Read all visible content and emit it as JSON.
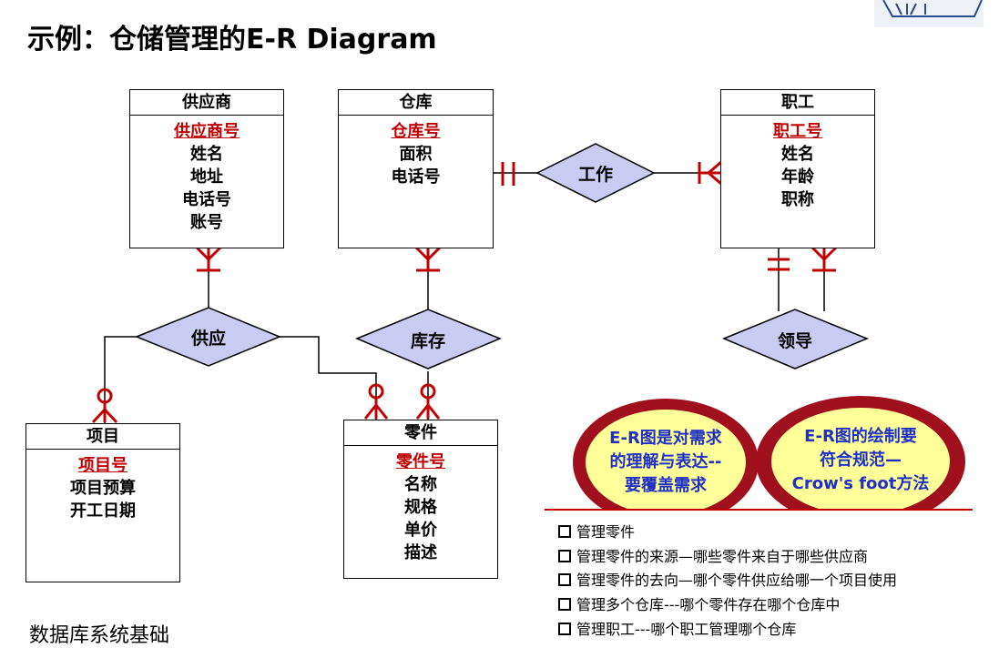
{
  "title": "示例：仓储管理的E-R Diagram",
  "footer": "数据库系统基础",
  "colors": {
    "relationship_fill": "#c9cbf2",
    "crowfoot": "#c00000",
    "callout_ring": "#a0101c",
    "callout_fill": "#ffff99",
    "callout_text": "#1f2fc8"
  },
  "entities": {
    "supplier": {
      "name": "供应商",
      "pk": "供应商号",
      "attrs": [
        "姓名",
        "地址",
        "电话号",
        "账号"
      ]
    },
    "warehouse": {
      "name": "仓库",
      "pk": "仓库号",
      "attrs": [
        "面积",
        "电话号"
      ]
    },
    "employee": {
      "name": "职工",
      "pk": "职工号",
      "attrs": [
        "姓名",
        "年龄",
        "职称"
      ]
    },
    "project": {
      "name": "项目",
      "pk": "项目号",
      "attrs": [
        "项目预算",
        "开工日期"
      ]
    },
    "part": {
      "name": "零件",
      "pk": "零件号",
      "attrs": [
        "名称",
        "规格",
        "单价",
        "描述"
      ]
    }
  },
  "relationships": {
    "work": "工作",
    "supply": "供应",
    "stock": "库存",
    "lead": "领导"
  },
  "callouts": [
    {
      "lines": [
        "E-R图是对需求",
        "的理解与表达--",
        "要覆盖需求"
      ]
    },
    {
      "lines": [
        "E-R图的绘制要",
        "符合规范—",
        "Crow's foot方法"
      ]
    }
  ],
  "notes": [
    "管理零件",
    "管理零件的来源—哪些零件来自于哪些供应商",
    "管理零件的去向—哪个零件供应给哪一个项目使用",
    "管理多个仓库---哪个零件存在哪个仓库中",
    "管理职工---哪个职工管理哪个仓库"
  ]
}
